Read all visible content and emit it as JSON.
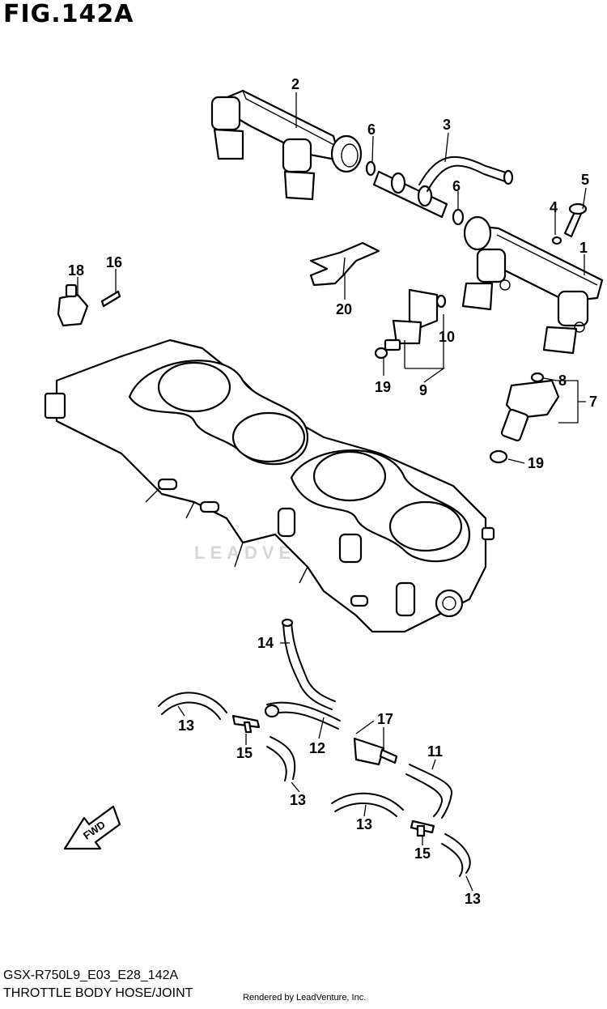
{
  "figure": {
    "title": "FIG.142A",
    "model_code": "GSX-R750L9_E03_E28_142A",
    "subtitle": "THROTTLE BODY HOSE/JOINT",
    "credit": "Rendered by LeadVenture, Inc.",
    "watermark": "LEADVENTURE"
  },
  "fwd_label": "FWD",
  "callouts": {
    "c1": "1",
    "c2": "2",
    "c3": "3",
    "c4": "4",
    "c5": "5",
    "c6a": "6",
    "c6b": "6",
    "c7": "7",
    "c8": "8",
    "c9": "9",
    "c10": "10",
    "c11": "11",
    "c12": "12",
    "c13a": "13",
    "c13b": "13",
    "c13c": "13",
    "c13d": "13",
    "c14": "14",
    "c15a": "15",
    "c15b": "15",
    "c16": "16",
    "c17": "17",
    "c18": "18",
    "c19a": "19",
    "c19b": "19",
    "c20": "20"
  }
}
